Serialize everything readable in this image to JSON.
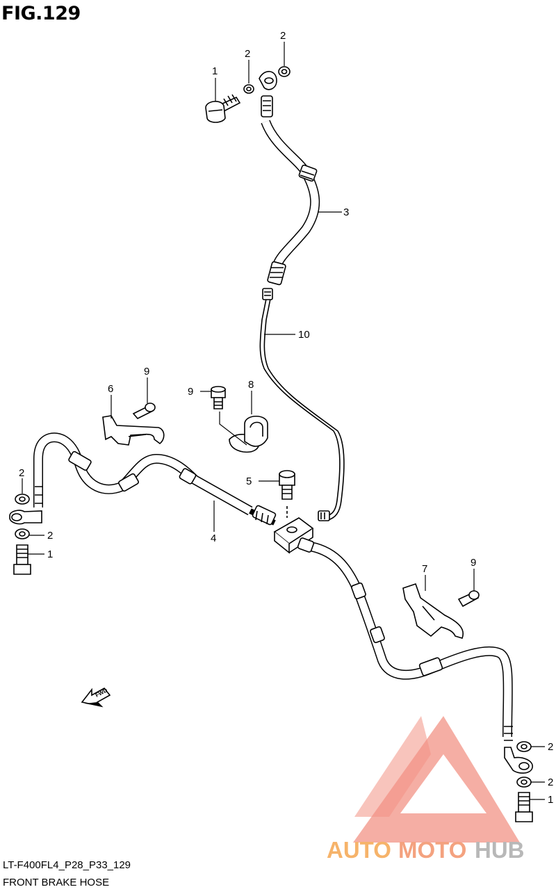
{
  "figure": {
    "title": "FIG.129"
  },
  "footer": {
    "code": "LT-F400FL4_P28_P33_129",
    "caption": "FRONT BRAKE HOSE"
  },
  "direction": {
    "label": "FWD"
  },
  "watermark": {
    "part1": "AUTO",
    "part2": "MOTO",
    "part3": "HUB",
    "colors": {
      "triangle": "#f08070",
      "auto": "#f6b36a",
      "moto": "#f4a27f",
      "hub": "#b8b8b8"
    }
  },
  "callouts": {
    "c1": "1",
    "c2": "2",
    "c3": "2",
    "c4": "3",
    "c5": "10",
    "c6": "9",
    "c7": "6",
    "c8": "9",
    "c9": "8",
    "c10": "2",
    "c11": "2",
    "c12": "1",
    "c13": "5",
    "c14": "4",
    "c15": "7",
    "c16": "9",
    "c17": "2",
    "c18": "2",
    "c19": "1"
  }
}
